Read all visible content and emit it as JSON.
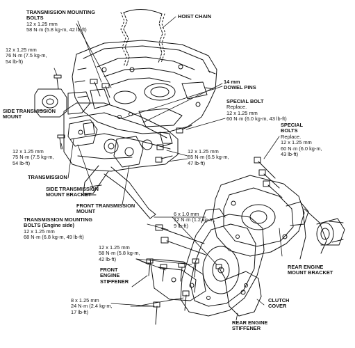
{
  "labels": {
    "trans_mount_bolts_top": {
      "title": [
        "TRANSMISSION MOUNTING",
        "BOLTS"
      ],
      "spec": [
        "12 x 1.25 mm",
        "58 N·m (5.8 kg-m, 42 lb-ft)"
      ]
    },
    "hoist_chain": {
      "title": [
        "HOIST CHAIN"
      ]
    },
    "bolt_76": {
      "spec": [
        "12 x 1.25 mm",
        "76 N·m (7.5 kg-m,",
        "54 lb-ft)"
      ]
    },
    "dowel_pins": {
      "title": [
        "14 mm",
        "DOWEL PINS"
      ]
    },
    "special_bolt": {
      "title": [
        "SPECIAL BOLT"
      ],
      "spec": [
        "Replace.",
        "12 x 1.25 mm",
        "60 N·m (6.0 kg-m, 43 lb-ft)"
      ]
    },
    "special_bolts": {
      "title": [
        "SPECIAL",
        "BOLTS"
      ],
      "spec": [
        "Replace.",
        "12 x 1.25 mm",
        "60 N·m (6.0 kg-m,",
        "43 lb-ft)"
      ]
    },
    "side_trans_mount": {
      "title": [
        "SIDE TRANSMISSION",
        "MOUNT"
      ]
    },
    "bolt_75": {
      "spec": [
        "12 x 1.25 mm",
        "75 N·m (7.5 kg-m,",
        "54 lb-ft)"
      ]
    },
    "bolt_65": {
      "spec": [
        "12 x 1.25 mm",
        "65 N·m (6.5 kg-m,",
        "47 lb-ft)"
      ]
    },
    "transmission": {
      "title": [
        "TRANSMISSION"
      ]
    },
    "side_trans_mount_bracket": {
      "title": [
        "SIDE TRANSMISSION",
        "MOUNT BRACKET"
      ]
    },
    "front_trans_mount": {
      "title": [
        "FRONT TRANSMISSION",
        "MOUNT"
      ]
    },
    "trans_mount_bolts_engine": {
      "title": [
        "TRANSMISSION MOUNTING",
        "BOLTS (Engine side)"
      ],
      "spec": [
        "12 x 1.25 mm",
        "68 N·m (6.8 kg-m, 49 lb-ft)"
      ]
    },
    "bolt_6mm": {
      "spec": [
        "6 x 1.0 mm",
        "12 N·m (1.2 kg-m,",
        "9 lb-ft)"
      ]
    },
    "bolt_58b": {
      "spec": [
        "12 x 1.25 mm",
        "58 N·m (5.8 kg-m,",
        "42 lb-ft)"
      ]
    },
    "rear_engine_mount_bracket": {
      "title": [
        "REAR ENGINE",
        "MOUNT BRACKET"
      ]
    },
    "front_engine_stiffener": {
      "title": [
        "FRONT",
        "ENGINE",
        "STIFFENER"
      ]
    },
    "bolt_8mm": {
      "spec": [
        "8 x 1.25 mm",
        "24 N·m (2.4 kg-m,",
        "17 lb-ft)"
      ]
    },
    "clutch_cover": {
      "title": [
        "CLUTCH",
        "COVER"
      ]
    },
    "rear_engine_stiffener": {
      "title": [
        "REAR ENGINE",
        "STIFFENER"
      ]
    }
  }
}
